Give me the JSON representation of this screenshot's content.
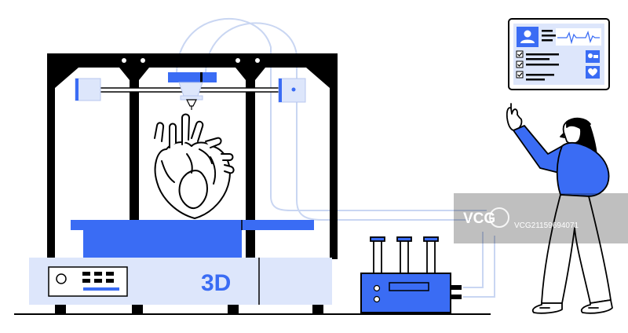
{
  "printer": {
    "label": "3D"
  },
  "watermark": {
    "logo": "VCG",
    "id": "VCG21159694071"
  },
  "colors": {
    "accent": "#3a6cf4",
    "panel": "#dde6fb",
    "ink": "#000000",
    "cable": "#c9d6f2"
  },
  "icons": [
    "heart-model-icon",
    "user-avatar-icon",
    "heart-rate-icon",
    "pills-icon",
    "heart-icon",
    "checkbox-icon"
  ]
}
